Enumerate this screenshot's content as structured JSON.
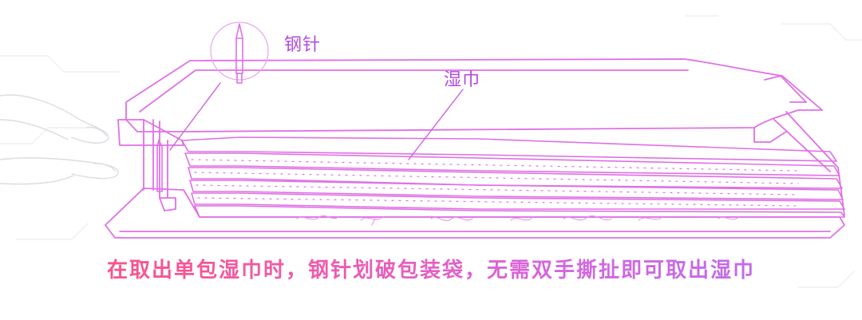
{
  "labels": {
    "needle": "钢针",
    "wipe": "湿巾"
  },
  "caption": "在取出单包湿巾时，钢针划破包装袋，无需双手撕扯即可取出湿巾",
  "colors": {
    "line": "#e070e6",
    "label": "#b24be0",
    "caption_start": "#ff4f7a",
    "caption_end": "#b96cf0",
    "finger": "#e6e6ea"
  }
}
